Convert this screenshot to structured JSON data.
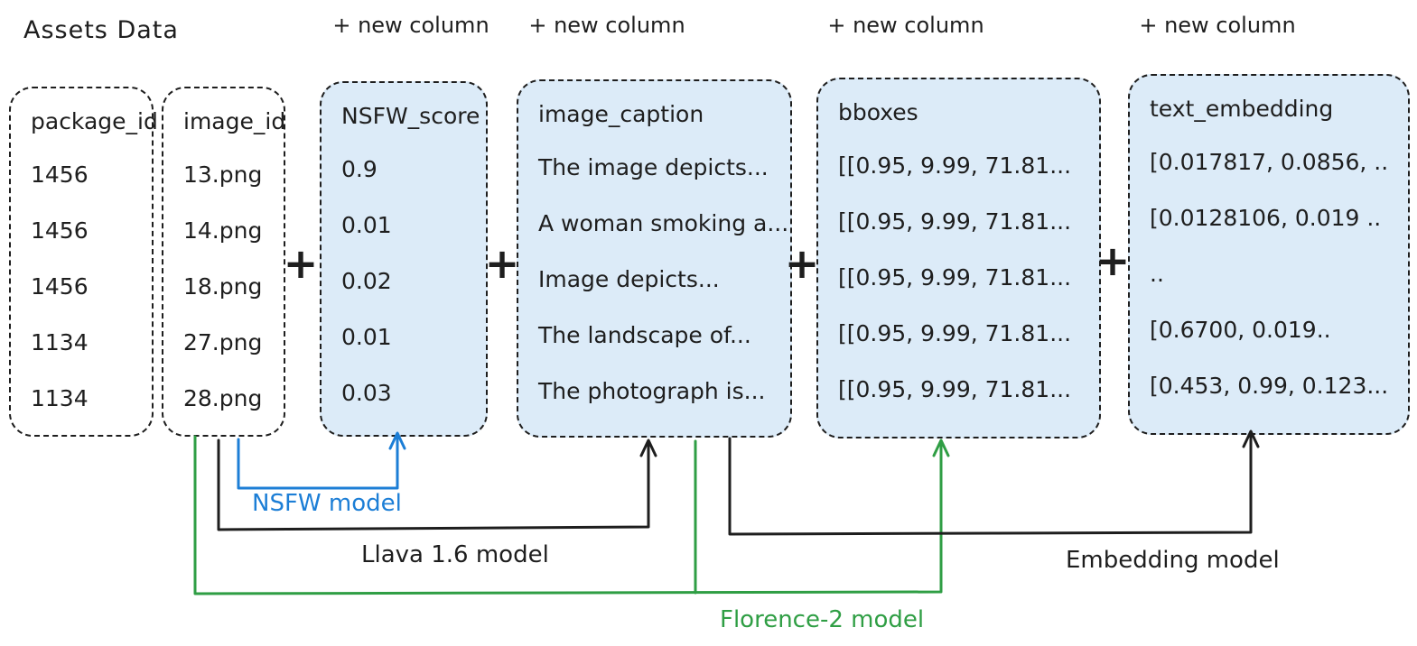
{
  "title": "Assets Data",
  "labels": {
    "new_column": "+ new column",
    "plus": "+"
  },
  "columns": [
    {
      "header": "package_id",
      "rows": [
        "1456",
        "1456",
        "1456",
        "1134",
        "1134"
      ],
      "highlighted": false
    },
    {
      "header": "image_id",
      "rows": [
        "13.png",
        "14.png",
        "18.png",
        "27.png",
        "28.png"
      ],
      "highlighted": false
    },
    {
      "header": "NSFW_score",
      "rows": [
        "0.9",
        "0.01",
        "0.02",
        "0.01",
        "0.03"
      ],
      "highlighted": true
    },
    {
      "header": "image_caption",
      "rows": [
        "The image depicts...",
        "A woman smoking a...",
        "Image depicts...",
        "The landscape of...",
        "The photograph is..."
      ],
      "highlighted": true
    },
    {
      "header": "bboxes",
      "rows": [
        "[[0.95, 9.99, 71.81...",
        "[[0.95, 9.99, 71.81...",
        "[[0.95, 9.99, 71.81...",
        "[[0.95, 9.99, 71.81...",
        "[[0.95, 9.99, 71.81..."
      ],
      "highlighted": true
    },
    {
      "header": "text_embedding",
      "rows": [
        "[0.017817, 0.0856, ..",
        "[0.0128106, 0.019 ..",
        "..",
        "[0.6700, 0.019..",
        "[0.453, 0.99, 0.123..."
      ],
      "highlighted": true
    }
  ],
  "models": [
    {
      "name": "NSFW model",
      "color": "#1c7ed6",
      "input": "image_id",
      "output": "NSFW_score"
    },
    {
      "name": "Llava 1.6 model",
      "color": "#1e1e1e",
      "input": "image_id",
      "output": "image_caption"
    },
    {
      "name": "Florence-2 model",
      "color": "#2f9e44",
      "input": "image_id",
      "output": "bboxes"
    },
    {
      "name": "Embedding model",
      "color": "#1e1e1e",
      "input": "image_caption",
      "output": "text_embedding"
    }
  ],
  "colors": {
    "stroke": "#1e1e1e",
    "highlight_fill": "#dcebf8",
    "blue": "#1c7ed6",
    "green": "#2f9e44",
    "background": "#ffffff"
  }
}
